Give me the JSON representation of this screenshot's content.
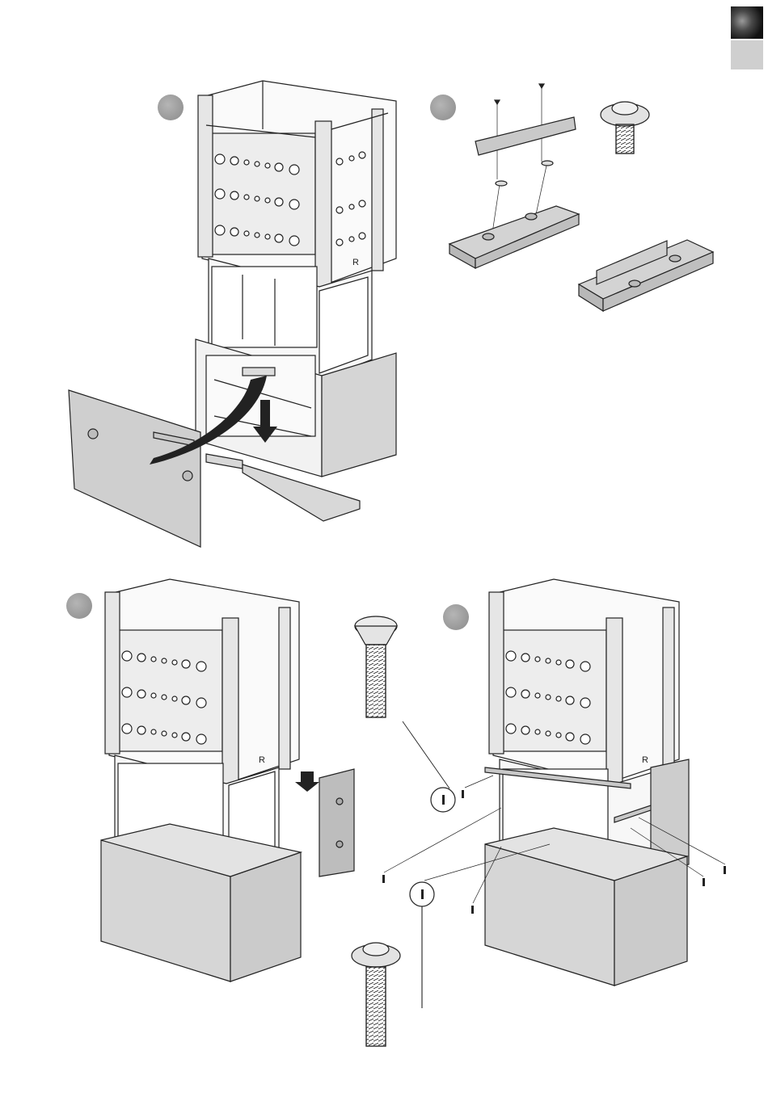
{
  "page": {
    "section_tabs": [
      "dark-section-tab",
      "light-section-tab"
    ],
    "steps": [
      {
        "id": "step-1",
        "marker": "circle"
      },
      {
        "id": "step-2",
        "marker": "circle"
      },
      {
        "id": "step-3",
        "marker": "circle"
      },
      {
        "id": "step-4",
        "marker": "circle"
      }
    ],
    "colors": {
      "panel": "#cfcfcf",
      "frame": "#e8e8e8",
      "line": "#222222",
      "marker": "#9a9a9a"
    },
    "icons": [
      "flange-screw-icon",
      "countersunk-screw-icon",
      "down-arrow-icon",
      "curved-arrow-icon"
    ],
    "logo_text": "R"
  }
}
